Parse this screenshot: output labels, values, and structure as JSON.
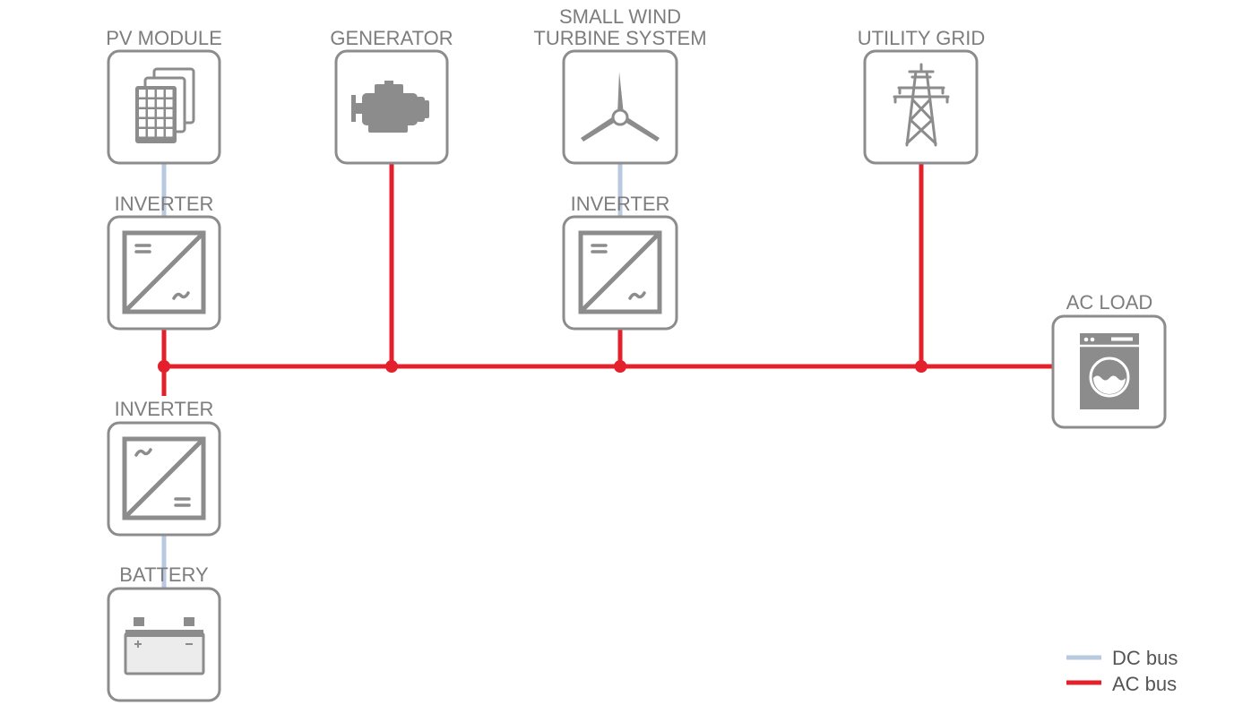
{
  "components": {
    "pv_module": "PV MODULE",
    "generator": "GENERATOR",
    "wind_line1": "SMALL WIND",
    "wind_line2": "TURBINE SYSTEM",
    "utility_grid": "UTILITY GRID",
    "inverter_pv": "INVERTER",
    "inverter_wind": "INVERTER",
    "inverter_battery": "INVERTER",
    "ac_load": "AC LOAD",
    "battery": "BATTERY"
  },
  "symbols": {
    "dc": "=",
    "ac": "~",
    "plus": "+",
    "minus": "−"
  },
  "legend": {
    "dc_bus": "DC bus",
    "ac_bus": "AC bus"
  },
  "colors": {
    "dc_bus": "#b8c9e0",
    "ac_bus": "#e3202b",
    "outline": "#8c8c8c",
    "label": "#7d7d7d"
  },
  "icons": [
    "solar-panel-icon",
    "engine-icon",
    "wind-turbine-icon",
    "pylon-icon",
    "inverter-icon",
    "washing-machine-icon",
    "battery-icon"
  ]
}
